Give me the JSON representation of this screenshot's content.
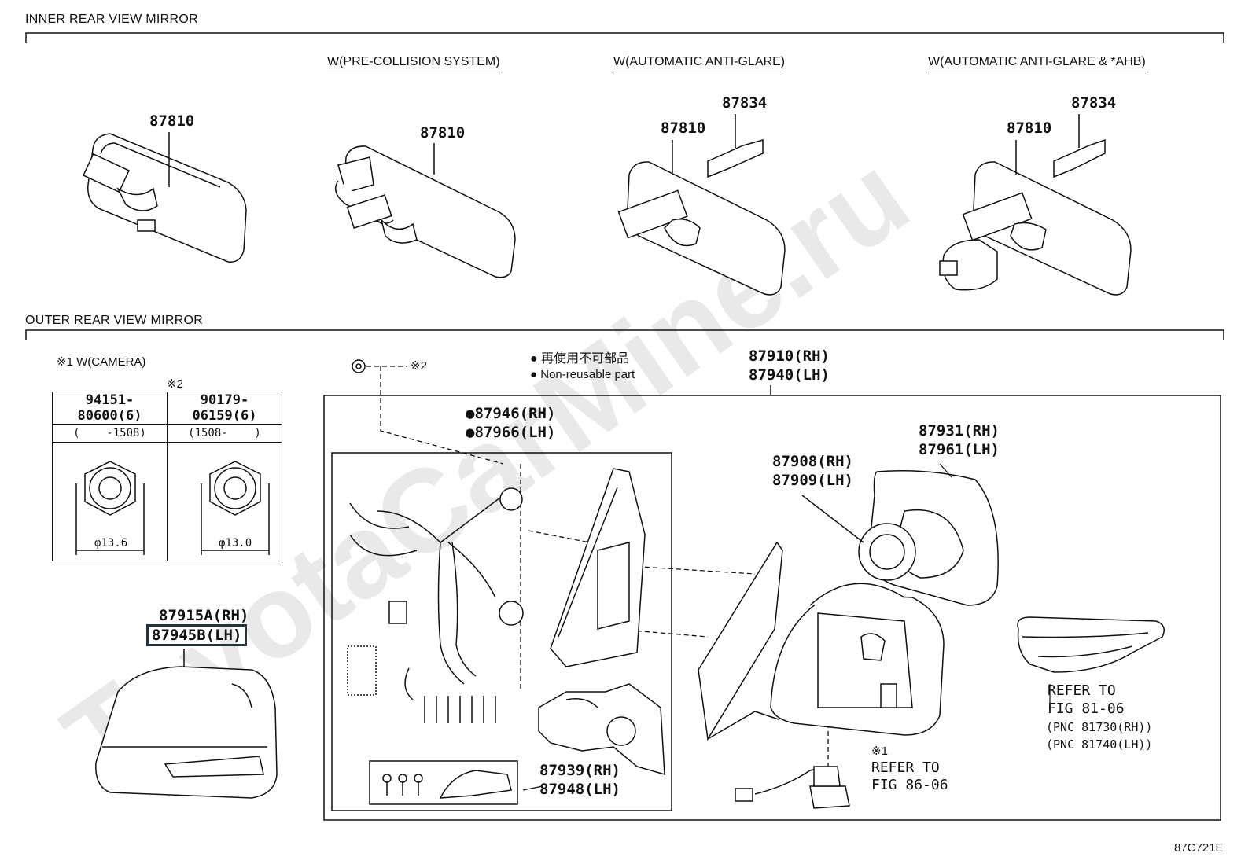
{
  "sections": {
    "inner": "INNER REAR VIEW MIRROR",
    "outer": "OUTER REAR VIEW MIRROR"
  },
  "inner_conditions": {
    "pcs": "W(PRE-COLLISION SYSTEM)",
    "aag": "W(AUTOMATIC ANTI-GLARE)",
    "aag_ahb": "W(AUTOMATIC ANTI-GLARE & *AHB)"
  },
  "inner_parts": {
    "p1": "87810",
    "p2": "87810",
    "p3": "87810",
    "p3_cover": "87834",
    "p4": "87810",
    "p4_cover": "87834"
  },
  "legend": {
    "jp": "再使用不可部品",
    "en": "Non-reusable part"
  },
  "camera_note": "※1 W(CAMERA)",
  "mark2": "※2",
  "bolt_table": {
    "col1_part": "94151-80600(6)",
    "col2_part": "90179-06159(6)",
    "col1_range": "(    -1508)",
    "col2_range": "(1508-    )",
    "col1_dim": "φ13.6",
    "col2_dim": "φ13.0"
  },
  "outer_parts": {
    "assy_rh": "87910(RH)",
    "assy_lh": "87940(LH)",
    "harness_rh": "●87946(RH)",
    "harness_lh": "●87966(LH)",
    "mirror_rh": "87931(RH)",
    "mirror_lh": "87961(LH)",
    "actuator_rh": "87908(RH)",
    "actuator_lh": "87909(LH)",
    "cover_rh": "87915A(RH)",
    "cover_lh": "87945B(LH)",
    "screw_rh": "87939(RH)",
    "screw_lh": "87948(LH)"
  },
  "references": {
    "turn_refer": "REFER TO",
    "turn_fig": "FIG 81-06",
    "turn_pnc_rh": "(PNC 81730(RH))",
    "turn_pnc_lh": "(PNC 81740(LH))",
    "cam_mark": "※1",
    "cam_refer": "REFER TO",
    "cam_fig": "FIG 86-06"
  },
  "diagram_code": "87C721E",
  "watermark": "ToyotaCarMine.ru"
}
